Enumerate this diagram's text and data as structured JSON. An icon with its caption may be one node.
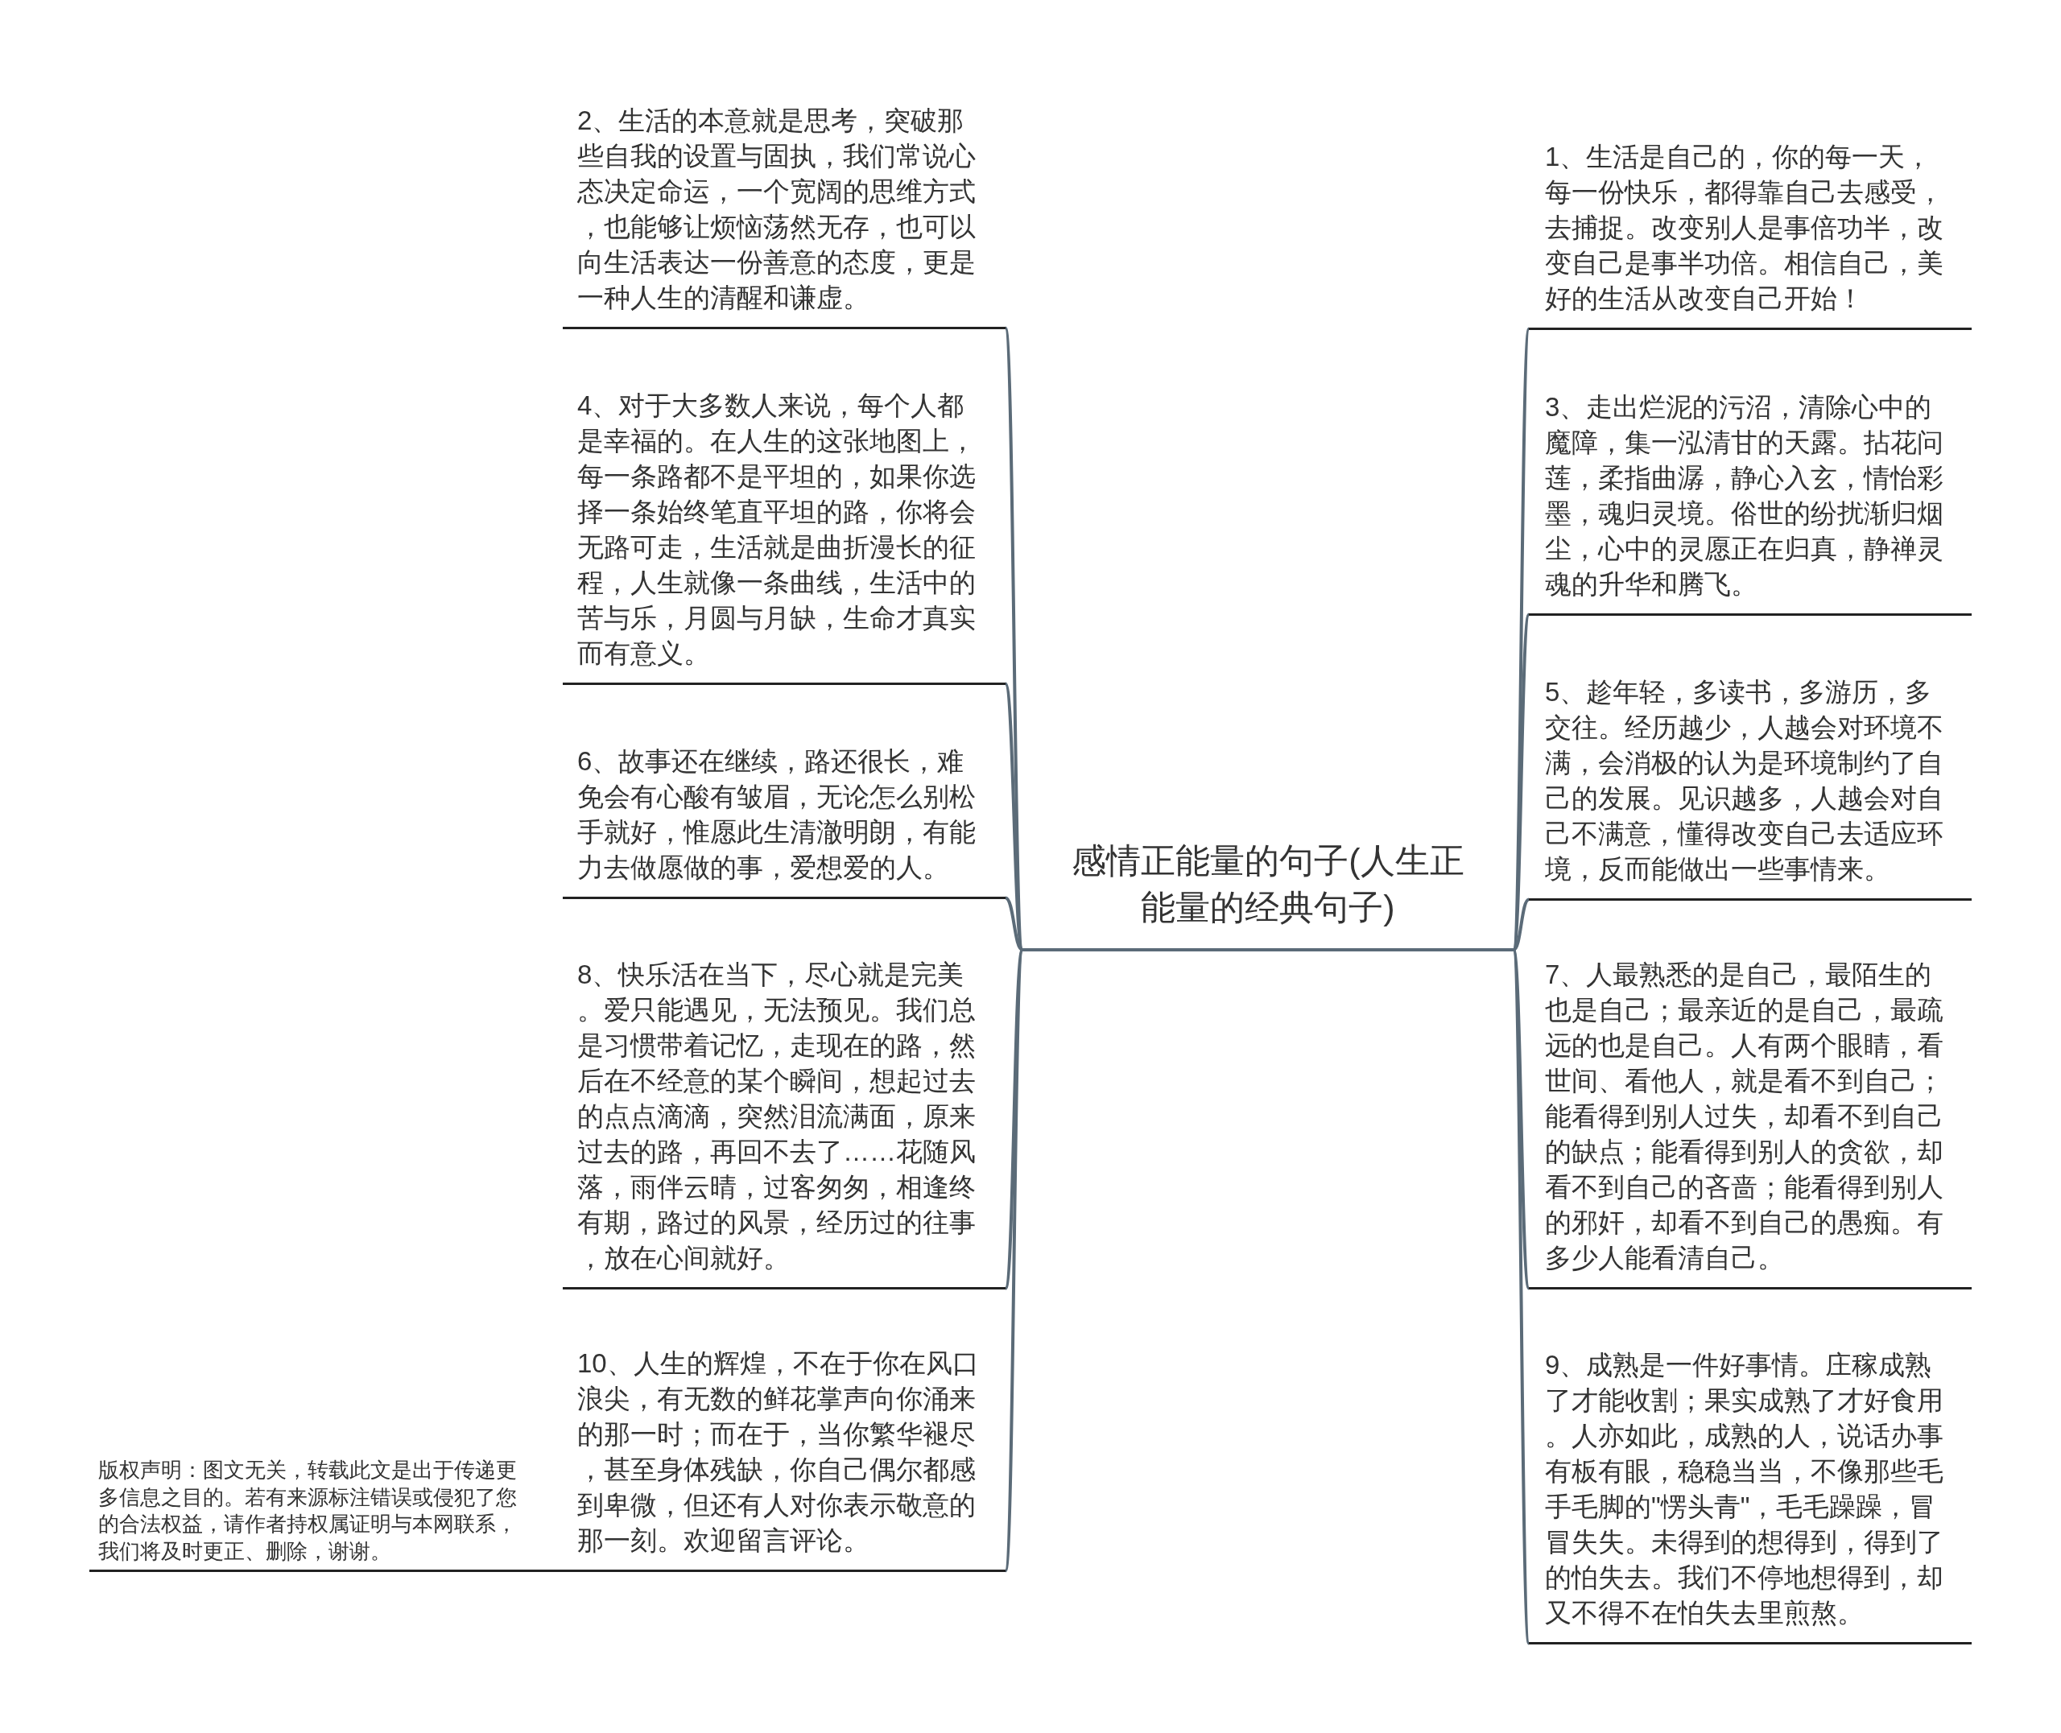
{
  "diagram": {
    "nodes": [
      {
        "text": [
          "感情正能量的句子(人生正能量的经典句子)"
        ]
      },
      {
        "text": [
          "1、生活是自己的，你的每一天，每一份快乐，都得靠自己去感受，去捕捉。改变别人是事倍功半，改变自己是事半功倍。相信自己，美好的生活从改变自己开始！"
        ]
      },
      {
        "text": [
          "2、生活的本意就是思考，突破那些自我的设置与固执，我们常说心态决定命运，一个宽阔的思维方式，也能够让烦恼荡然无存，也可以向生活表达一份善意的态度，更是一种人生的清醒和谦虚。"
        ]
      },
      {
        "text": [
          "3、走出烂泥的污沼，清除心中的魔障，集一泓清甘的天露。拈花问莲，柔指曲潺，静心入玄，情怡彩墨，魂归灵境。俗世的纷扰渐归烟尘，心中的灵愿正在归真，静禅灵魂的升华和腾飞。"
        ]
      },
      {
        "text": [
          "4、对于大多数人来说，每个人都是幸福的。在人生的这张地图上，每一条路都不是平坦的，如果你选择一条始终笔直平坦的路，你将会无路可走，生活就是曲折漫长的征程，人生就像一条曲线，生活中的苦与乐，月圆与月缺，生命才真实而有意义。"
        ]
      },
      {
        "text": [
          "5、趁年轻，多读书，多游历，多交往。经历越少，人越会对环境不满，会消极的认为是环境制约了自己的发展。见识越多，人越会对自己不满意，懂得改变自己去适应环境，反而能做出一些事情来。"
        ]
      },
      {
        "text": [
          "6、故事还在继续，路还很长，难免会有心酸有皱眉，无论怎么别松手就好，惟愿此生清澈明朗，有能力去做愿做的事，爱想爱的人。"
        ]
      },
      {
        "text": [
          "7、人最熟悉的是自己，最陌生的也是自己；最亲近的是自己，最疏远的也是自己。人有两个眼睛，看世间、看他人，就是看不到自己；能看得到别人过失，却看不到自己的缺点；能看得到别人的贪欲，却看不到自己的吝啬；能看得到别人的邪奸，却看不到自己的愚痴。有多少人能看清自己。"
        ]
      },
      {
        "text": [
          "8、快乐活在当下，尽心就是完美。爱只能遇见，无法预见。我们总是习惯带着记忆，走现在的路，然后在不经意的某个瞬间，想起过去的点点滴滴，突然泪流满面，原来过去的路，再回不去了……花随风落，雨伴云晴，过客匆匆，相逢终有期，路过的风景，经历过的往事，放在心间就好。"
        ]
      },
      {
        "text": [
          "9、成熟是一件好事情。庄稼成熟了才能收割；果实成熟了才好食用。人亦如此，成熟的人，说话办事有板有眼，稳稳当当，不像那些毛手毛脚的\"愣头青\"，毛毛躁躁，冒冒失失。未得到的想得到，得到了的怕失去。我们不停地想得到，却又不得不在怕失去里煎熬。"
        ]
      },
      {
        "text": [
          "10、人生的辉煌，不在于你在风口浪尖，有无数的鲜花掌声向你涌来的那一时；而在于，当你繁华褪尽，甚至身体残缺，你自己偶尔都感到卑微，但还有人对你表示敬意的那一刻。欢迎留言评论。"
        ]
      }
    ],
    "edges": [
      {
        "from": 0,
        "to": 1,
        "arrow": "none"
      },
      {
        "from": 0,
        "to": 2,
        "arrow": "none"
      },
      {
        "from": 0,
        "to": 3,
        "arrow": "none"
      },
      {
        "from": 0,
        "to": 4,
        "arrow": "none"
      },
      {
        "from": 0,
        "to": 5,
        "arrow": "none"
      },
      {
        "from": 0,
        "to": 6,
        "arrow": "none"
      },
      {
        "from": 0,
        "to": 7,
        "arrow": "none"
      },
      {
        "from": 0,
        "to": 8,
        "arrow": "none"
      },
      {
        "from": 0,
        "to": 9,
        "arrow": "none"
      },
      {
        "from": 0,
        "to": 10,
        "arrow": "none"
      }
    ],
    "labels": [
      "版权声明：图文无关，转载此文是出于传递更多信息之目的。若有来源标注错误或侵犯了您的合法权益，请作者持权属证明与本网联系，我们将及时更正、删除，谢谢。"
    ]
  }
}
